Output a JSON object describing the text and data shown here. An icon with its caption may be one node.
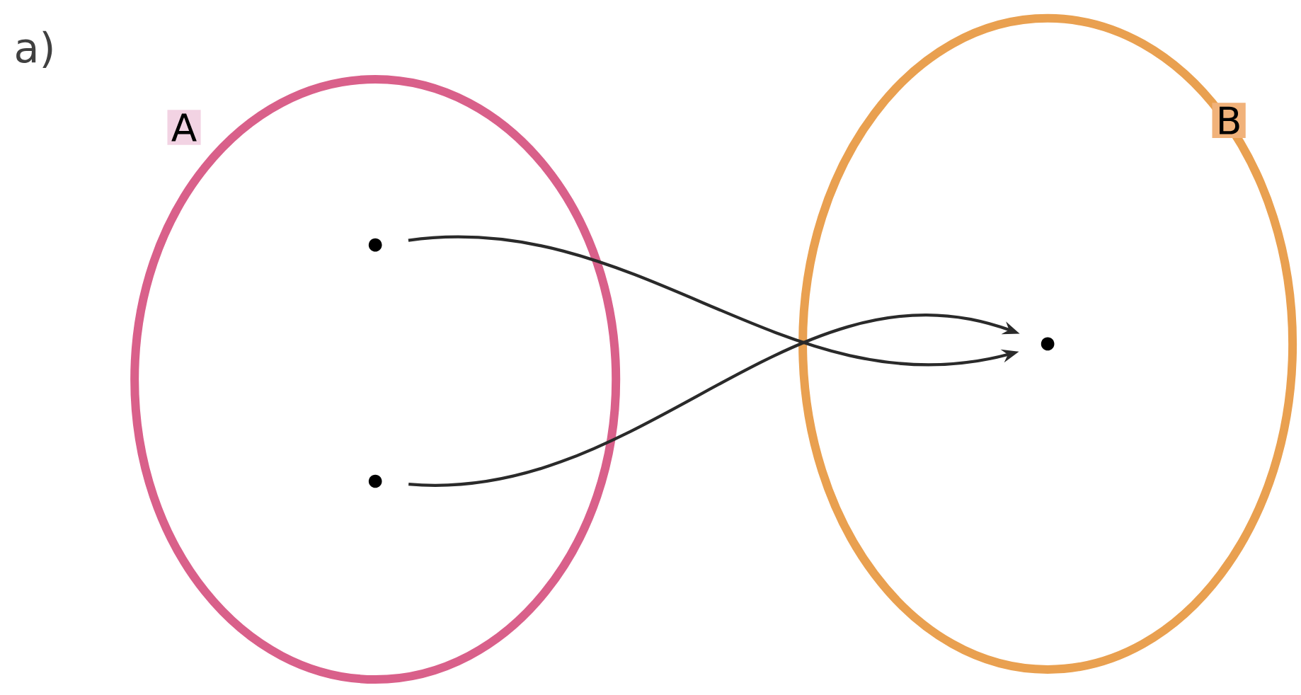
{
  "diagram": {
    "nodes": [
      {
        "text": [
          "A"
        ]
      },
      {
        "text": [
          "B"
        ]
      },
      {
        "text": [],
        "shape": "circle",
        "in": 0
      },
      {
        "text": [],
        "shape": "circle",
        "in": 0
      },
      {
        "text": [],
        "shape": "circle",
        "in": 1
      }
    ],
    "edges": [
      {
        "from": 2,
        "to": 4,
        "arrow": "to"
      },
      {
        "from": 3,
        "to": 4,
        "arrow": "to"
      }
    ],
    "labels": [
      "a)"
    ]
  }
}
